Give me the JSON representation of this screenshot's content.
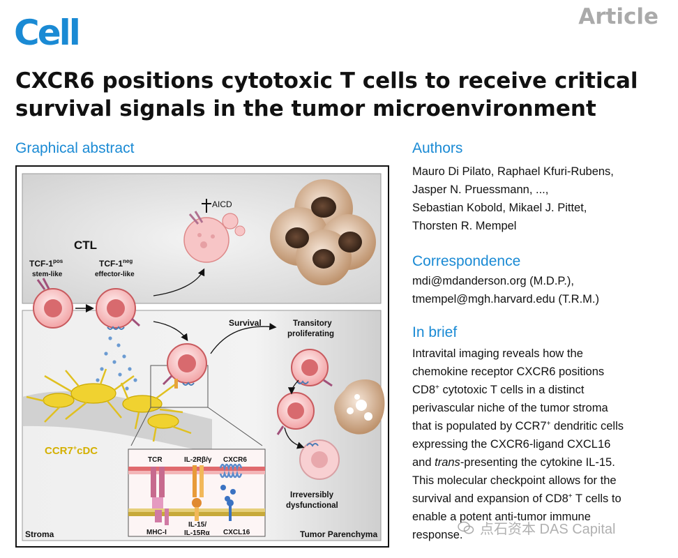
{
  "journal": {
    "logo": "Cell",
    "article_type": "Article"
  },
  "title": "CXCR6 positions cytotoxic T cells to receive critical survival signals in the tumor microenvironment",
  "graphical_abstract": {
    "heading": "Graphical abstract",
    "labels": {
      "aicd": "AICD",
      "ctl": "CTL",
      "tcf1_pos": "TCF-1",
      "tcf1_pos_sup": "pos",
      "stem_like": "stem-like",
      "tcf1_neg": "TCF-1",
      "tcf1_neg_sup": "neg",
      "effector_like": "effector-like",
      "survival": "Survival",
      "transitory_1": "Transitory",
      "transitory_2": "proliferating",
      "ccr7_cdc": "CCR7",
      "ccr7_cdc_sup": "+",
      "ccr7_cdc_rest": "cDC",
      "tcr": "TCR",
      "il2rbg": "IL-2Rβ/γ",
      "cxcr6": "CXCR6",
      "irreversibly_1": "Irreversibly",
      "irreversibly_2": "dysfunctional",
      "mhc1": "MHC-I",
      "il15_1": "IL-15/",
      "il15_2": "IL-15Rα",
      "cxcl16": "CXCL16",
      "stroma": "Stroma",
      "tumor_parenchyma": "Tumor Parenchyma"
    }
  },
  "authors": {
    "heading": "Authors",
    "lines": [
      "Mauro Di Pilato, Raphael Kfuri-Rubens,",
      "Jasper N. Pruessmann, ...,",
      "Sebastian Kobold, Mikael J. Pittet,",
      "Thorsten R. Mempel"
    ]
  },
  "correspondence": {
    "heading": "Correspondence",
    "lines": [
      "mdi@mdanderson.org (M.D.P.),",
      "tmempel@mgh.harvard.edu (T.R.M.)"
    ]
  },
  "in_brief": {
    "heading": "In brief",
    "line1": "Intravital imaging reveals how the",
    "line2": "chemokine receptor CXCR6 positions",
    "line3_a": "CD8",
    "line3_sup": "+",
    "line3_b": " cytotoxic T cells in a distinct",
    "line4": "perivascular niche of the tumor stroma",
    "line5_a": "that is populated by CCR7",
    "line5_sup": "+",
    "line5_b": " dendritic cells",
    "line6": "expressing the CXCR6-ligand CXCL16",
    "line7_a": "and ",
    "line7_i": "trans",
    "line7_b": "-presenting the cytokine IL-15.",
    "line8": "This molecular checkpoint allows for the",
    "line9_a": "survival and expansion of CD8",
    "line9_sup": "+",
    "line9_b": " T cells to",
    "line10": "enable a potent anti-tumor immune",
    "line11": "response."
  },
  "watermark": {
    "text": "点石资本 DAS Capital",
    "icon": "wechat-icon"
  },
  "colors": {
    "accent": "#1a8ad4",
    "muted": "#aaaaaa"
  }
}
